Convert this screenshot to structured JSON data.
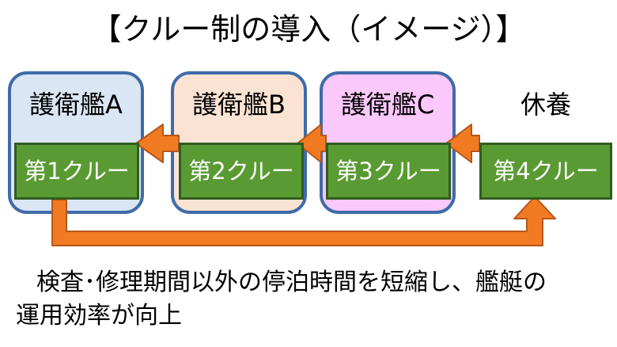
{
  "title": "【クルー制の導入（イメージ）】",
  "ships": [
    {
      "name": "護衛艦A",
      "crew": "第1クルー"
    },
    {
      "name": "護衛艦B",
      "crew": "第2クルー"
    },
    {
      "name": "護衛艦C",
      "crew": "第3クルー"
    }
  ],
  "rest": {
    "label": "休養",
    "crew": "第4クルー"
  },
  "caption": {
    "line1": "検査･修理期間以外の停泊時間を短縮し、艦艇の",
    "line2": "運用効率が向上"
  },
  "colors": {
    "ship_border": "#3f6ba8",
    "ship_a_fill": "#dae6f3",
    "ship_b_fill": "#fbe3d3",
    "ship_c_fill": "#fbc8fb",
    "crew_fill": "#5a9a33",
    "arrow_fill": "#f07b22",
    "arrow_stroke": "#b8561a"
  }
}
